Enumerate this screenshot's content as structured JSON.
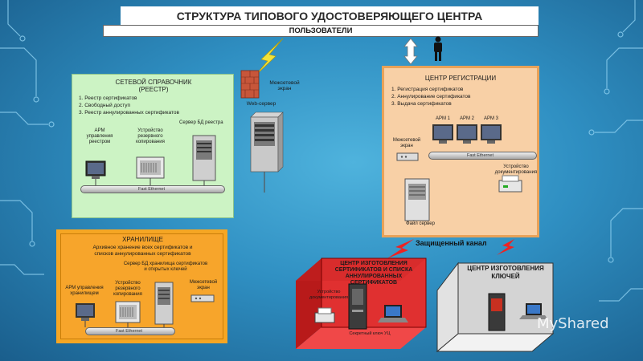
{
  "title": "СТРУКТУРА ТИПОВОГО УДОСТОВЕРЯЮЩЕГО ЦЕНТРА",
  "users_label": "ПОЛЬЗОВАТЕЛИ",
  "directory": {
    "title_line1": "СЕТЕВОЙ СПРАВОЧНИК",
    "title_line2": "(РЕЕСТР)",
    "items": [
      "1. Реестр сертификатов",
      "2. Свободный доступ",
      "3. Реестр аннулированных сертификатов"
    ],
    "db_server": "Сервер БД реестра",
    "arm_line1": "АРМ",
    "arm_line2": "управления",
    "arm_line3": "реестром",
    "backup_line1": "Устройство",
    "backup_line2": "резервного",
    "backup_line3": "копирования",
    "bus": "Fast Ethernet"
  },
  "firewall_top_line1": "Межсетевой",
  "firewall_top_line2": "экран",
  "web_server": "Web-сервер",
  "registration": {
    "title": "ЦЕНТР РЕГИСТРАЦИИ",
    "items": [
      "1. Регистрация сертификатов",
      "2. Аннулирование сертификатов",
      "3. Выдача сертификатов"
    ],
    "arm1": "АРМ 1",
    "arm2": "АРМ 2",
    "arm3": "АРМ 3",
    "firewall_line1": "Межсетевой",
    "firewall_line2": "экран",
    "bus": "Fast Ethernet",
    "doc_device_line1": "Устройство",
    "doc_device_line2": "документирования",
    "file_server": "Файл сервер"
  },
  "storage": {
    "title": "ХРАНИЛИЩЕ",
    "desc_line1": "Архивное хранение всех сертификатов и",
    "desc_line2": "списков аннулированных сертификатов",
    "db_line1": "Сервер БД хранилища сертификатов",
    "db_line2": "и открытых ключей",
    "arm_line1": "АРМ управления",
    "arm_line2": "хранилищем",
    "backup_line1": "Устройство",
    "backup_line2": "резервного",
    "backup_line3": "копирования",
    "firewall_line1": "Межсетевой",
    "firewall_line2": "экран",
    "bus": "Fast Ethernet"
  },
  "secure_channel": "Защищенный канал",
  "cert_center": {
    "title_line1": "ЦЕНТР ИЗГОТОВЛЕНИЯ",
    "title_line2": "СЕРТИФИКАТОВ И СПИСКА",
    "title_line3": "АННУЛИРОВАННЫХ СЕРТИФИКАТОВ",
    "device_line1": "Устройство",
    "device_line2": "документирования",
    "secret_key": "Секретный ключ УЦ"
  },
  "key_center": {
    "title_line1": "ЦЕНТР ИЗГОТОВЛЕНИЯ",
    "title_line2": "КЛЮЧЕЙ"
  },
  "watermark": "MyShared"
}
